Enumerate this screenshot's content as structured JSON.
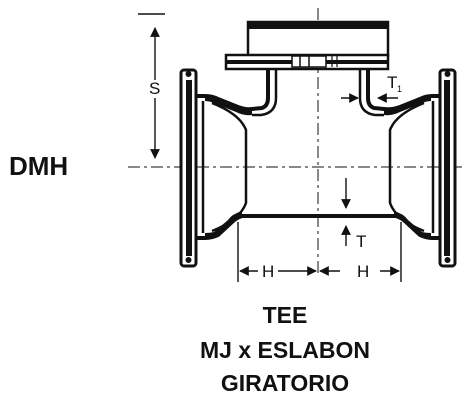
{
  "diagram": {
    "product_code": "DMH",
    "dimension_labels": {
      "s": "S",
      "h": "H",
      "t": "T",
      "t1": "T",
      "t1_subscript": "1"
    },
    "caption": {
      "line1": "TEE",
      "line2": "MJ x ESLABON",
      "line3": "GIRATORIO"
    },
    "colors": {
      "ink": "#111111",
      "background": "#ffffff"
    }
  }
}
